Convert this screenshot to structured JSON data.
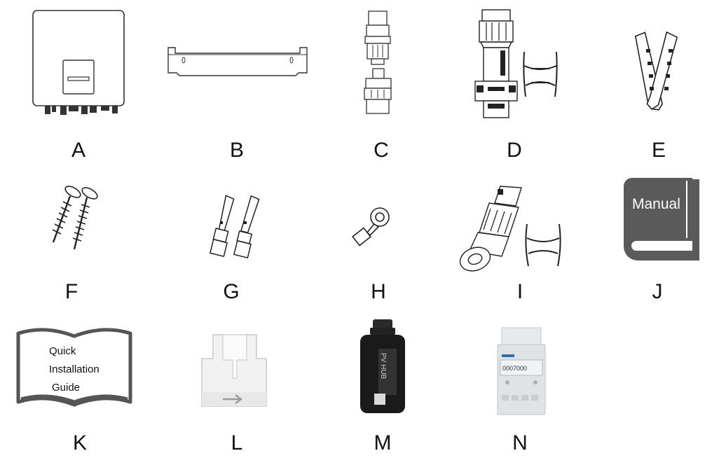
{
  "items": [
    {
      "letter": "A"
    },
    {
      "letter": "B"
    },
    {
      "letter": "C"
    },
    {
      "letter": "D"
    },
    {
      "letter": "E"
    },
    {
      "letter": "F"
    },
    {
      "letter": "G"
    },
    {
      "letter": "H"
    },
    {
      "letter": "I"
    },
    {
      "letter": "J"
    },
    {
      "letter": "K"
    },
    {
      "letter": "L"
    },
    {
      "letter": "M"
    },
    {
      "letter": "N"
    }
  ],
  "manual_book": {
    "text": "Manual"
  },
  "quick_guide": {
    "line1": "Quick",
    "line2": "Installation",
    "line3": "Guide"
  },
  "pv_hub": {
    "text": "PV HUB"
  },
  "meter": {
    "display": "0007000"
  },
  "colors": {
    "book": "#5a5a5a",
    "stroke": "#222222",
    "ct_clamp": "#f2f2f2",
    "pv_hub_body": "#1a1a1a",
    "meter_body": "#dfe3e6"
  }
}
